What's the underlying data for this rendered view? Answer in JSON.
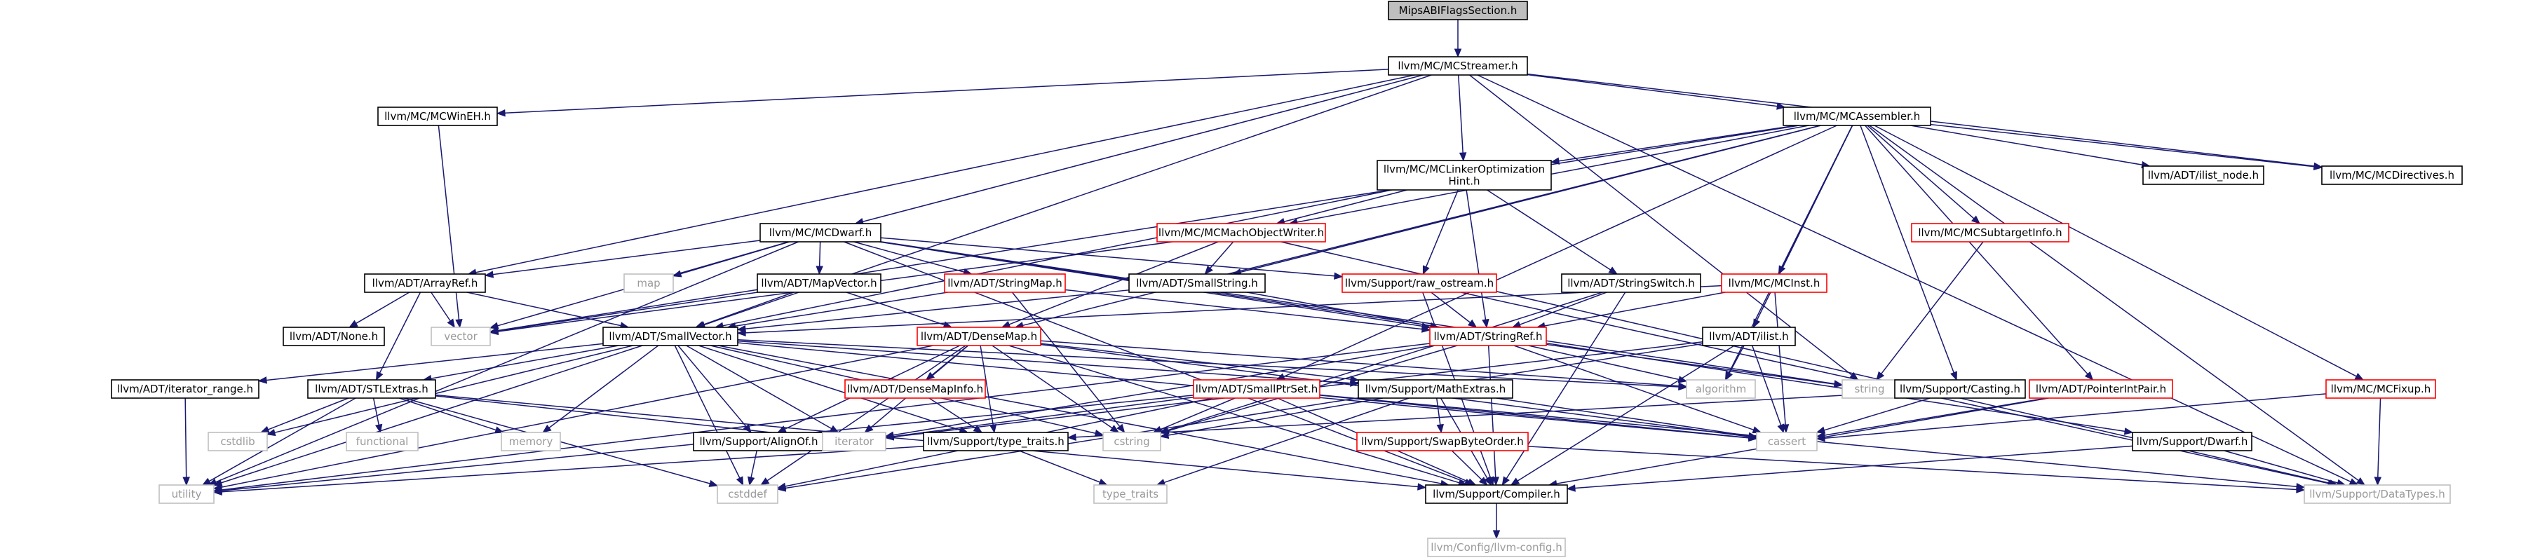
{
  "colors": {
    "edge": "#191970",
    "node_border": "#000000",
    "node_border_partial": "#ff0000",
    "node_border_system": "#bfbfbf",
    "root_fill": "#bfbfbf",
    "background": "#ffffff"
  },
  "nodes": [
    {
      "id": "root",
      "label": "MipsABIFlagsSection.h",
      "style": "root"
    },
    {
      "id": "mcstreamer",
      "label": "llvm/MC/MCStreamer.h",
      "style": "normal"
    },
    {
      "id": "mcwineh",
      "label": "llvm/MC/MCWinEH.h",
      "style": "normal"
    },
    {
      "id": "mcassembler",
      "label": "llvm/MC/MCAssembler.h",
      "style": "normal"
    },
    {
      "id": "mclinker",
      "label": "llvm/MC/MCLinkerOptimization\nHint.h",
      "style": "normal"
    },
    {
      "id": "ilistnode",
      "label": "llvm/ADT/ilist_node.h",
      "style": "normal"
    },
    {
      "id": "mcdirectives",
      "label": "llvm/MC/MCDirectives.h",
      "style": "normal"
    },
    {
      "id": "mcdwarf",
      "label": "llvm/MC/MCDwarf.h",
      "style": "normal"
    },
    {
      "id": "mcmachobj",
      "label": "llvm/MC/MCMachObjectWriter.h",
      "style": "partial"
    },
    {
      "id": "mcsubtarget",
      "label": "llvm/MC/MCSubtargetInfo.h",
      "style": "partial"
    },
    {
      "id": "arrayref",
      "label": "llvm/ADT/ArrayRef.h",
      "style": "normal"
    },
    {
      "id": "mapvector",
      "label": "llvm/ADT/MapVector.h",
      "style": "normal"
    },
    {
      "id": "stringmap",
      "label": "llvm/ADT/StringMap.h",
      "style": "partial"
    },
    {
      "id": "smallstring",
      "label": "llvm/ADT/SmallString.h",
      "style": "normal"
    },
    {
      "id": "rawostream",
      "label": "llvm/Support/raw_ostream.h",
      "style": "partial"
    },
    {
      "id": "stringswitch",
      "label": "llvm/ADT/StringSwitch.h",
      "style": "normal"
    },
    {
      "id": "mcinst",
      "label": "llvm/MC/MCInst.h",
      "style": "partial"
    },
    {
      "id": "map",
      "label": "map",
      "style": "system"
    },
    {
      "id": "none",
      "label": "llvm/ADT/None.h",
      "style": "normal"
    },
    {
      "id": "vector",
      "label": "vector",
      "style": "system"
    },
    {
      "id": "smallvector",
      "label": "llvm/ADT/SmallVector.h",
      "style": "normal"
    },
    {
      "id": "densemap",
      "label": "llvm/ADT/DenseMap.h",
      "style": "partial"
    },
    {
      "id": "stringref",
      "label": "llvm/ADT/StringRef.h",
      "style": "partial"
    },
    {
      "id": "ilist",
      "label": "llvm/ADT/ilist.h",
      "style": "normal"
    },
    {
      "id": "mcfixup",
      "label": "llvm/MC/MCFixup.h",
      "style": "partial"
    },
    {
      "id": "iteratorrange",
      "label": "llvm/ADT/iterator_range.h",
      "style": "normal"
    },
    {
      "id": "stlextras",
      "label": "llvm/ADT/STLExtras.h",
      "style": "normal"
    },
    {
      "id": "densemapinfo",
      "label": "llvm/ADT/DenseMapInfo.h",
      "style": "partial"
    },
    {
      "id": "smallptrset",
      "label": "llvm/ADT/SmallPtrSet.h",
      "style": "partial"
    },
    {
      "id": "mathextras",
      "label": "llvm/Support/MathExtras.h",
      "style": "normal"
    },
    {
      "id": "algorithm",
      "label": "algorithm",
      "style": "system"
    },
    {
      "id": "string",
      "label": "string",
      "style": "system"
    },
    {
      "id": "casting",
      "label": "llvm/Support/Casting.h",
      "style": "normal"
    },
    {
      "id": "pointerintpair",
      "label": "llvm/ADT/PointerIntPair.h",
      "style": "partial"
    },
    {
      "id": "cstdlib",
      "label": "cstdlib",
      "style": "system"
    },
    {
      "id": "functional",
      "label": "functional",
      "style": "system"
    },
    {
      "id": "memory",
      "label": "memory",
      "style": "system"
    },
    {
      "id": "alignof",
      "label": "llvm/Support/AlignOf.h",
      "style": "normal"
    },
    {
      "id": "iterator",
      "label": "iterator",
      "style": "system"
    },
    {
      "id": "typetraits",
      "label": "llvm/Support/type_traits.h",
      "style": "normal"
    },
    {
      "id": "cstring",
      "label": "cstring",
      "style": "system"
    },
    {
      "id": "swapbyteorder",
      "label": "llvm/Support/SwapByteOrder.h",
      "style": "partial"
    },
    {
      "id": "cassert",
      "label": "cassert",
      "style": "system"
    },
    {
      "id": "dwarf",
      "label": "llvm/Support/Dwarf.h",
      "style": "normal"
    },
    {
      "id": "utility",
      "label": "utility",
      "style": "system"
    },
    {
      "id": "cstddef",
      "label": "cstddef",
      "style": "system"
    },
    {
      "id": "typetraitsstd",
      "label": "type_traits",
      "style": "system"
    },
    {
      "id": "compiler",
      "label": "llvm/Support/Compiler.h",
      "style": "normal"
    },
    {
      "id": "datatypes",
      "label": "llvm/Support/DataTypes.h",
      "style": "system"
    },
    {
      "id": "llvmconfig",
      "label": "llvm/Config/llvm-config.h",
      "style": "system"
    }
  ]
}
